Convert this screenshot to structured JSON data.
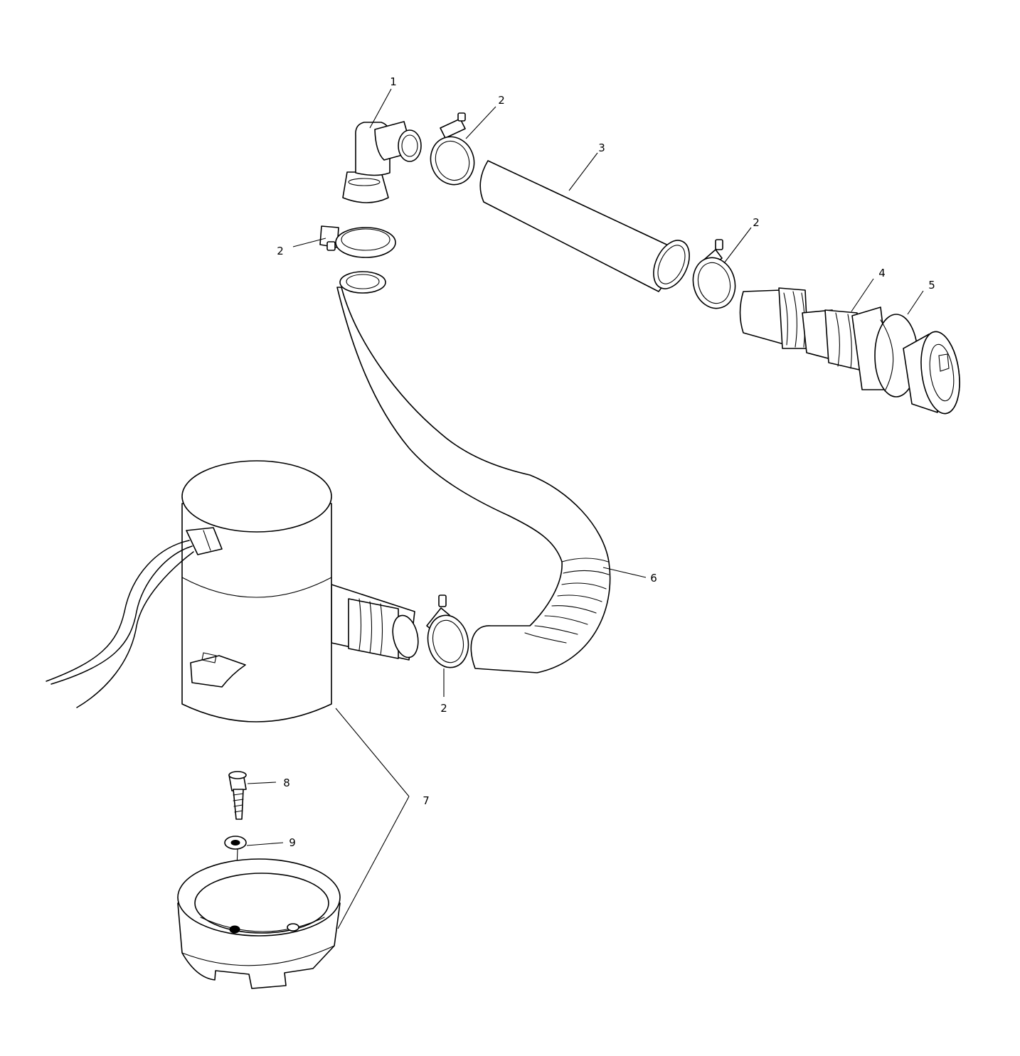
{
  "callouts": {
    "c1": "1",
    "c2a": "2",
    "c2b": "2",
    "c2c": "2",
    "c2d": "2",
    "c3": "3",
    "c4": "4",
    "c5": "5",
    "c6": "6",
    "c7": "7",
    "c8": "8",
    "c9": "9"
  }
}
